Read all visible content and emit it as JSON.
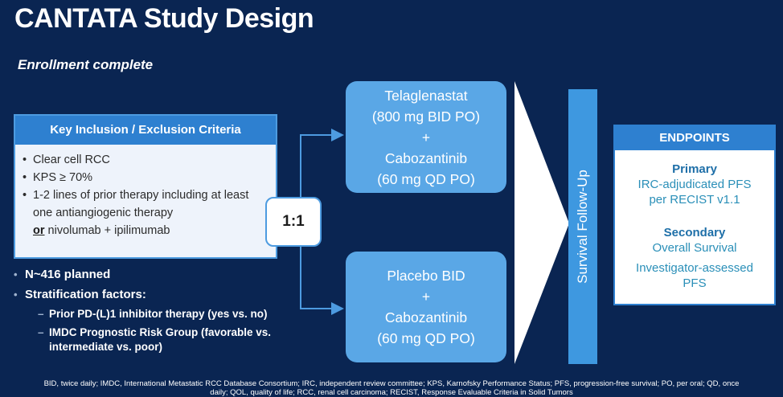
{
  "title": "CANTATA Study Design",
  "subtitle": "Enrollment complete",
  "criteria": {
    "header": "Key Inclusion / Exclusion Criteria",
    "items": [
      "Clear cell RCC",
      "KPS ≥ 70%",
      "1-2 lines of prior therapy including at least one antiangiogenic therapy"
    ],
    "or_word": "or",
    "or_rest": " nivolumab + ipilimumab"
  },
  "enrollment": {
    "planned": "N~416 planned",
    "strat_label": "Stratification factors:",
    "strat_items": [
      "Prior PD-(L)1 inhibitor therapy (yes vs. no)",
      "IMDC Prognostic Risk Group (favorable vs. intermediate vs. poor)"
    ]
  },
  "randomization": "1:1",
  "arm1": {
    "line1": "Telaglenastat",
    "line2": "(800 mg BID PO)",
    "line3": "+",
    "line4": "Cabozantinib",
    "line5": "(60 mg QD PO)"
  },
  "arm2": {
    "line1": "Placebo BID",
    "line2": "+",
    "line3": "Cabozantinib",
    "line4": "(60 mg QD PO)"
  },
  "followup": "Survival Follow-Up",
  "endpoints": {
    "header": "ENDPOINTS",
    "primary_label": "Primary",
    "primary_text1": "IRC-adjudicated PFS",
    "primary_text2": "per RECIST v1.1",
    "secondary_label": "Secondary",
    "secondary_text1": "Overall Survival",
    "secondary_text2": "Investigator-assessed",
    "secondary_text3": "PFS"
  },
  "footnote": {
    "line1": "BID, twice daily; IMDC, International Metastatic RCC Database Consortium;  IRC, independent review committee; KPS, Karnofsky Performance Status; PFS, progression-free survival; PO, per oral; QD, once",
    "line2": "daily; QOL, quality of life; RCC, renal cell carcinoma; RECIST, Response Evaluable Criteria in Solid Tumors"
  },
  "colors": {
    "background": "#0a2552",
    "box_blue": "#5aa7e6",
    "header_blue": "#2e80d0",
    "connector": "#4d9be0"
  }
}
